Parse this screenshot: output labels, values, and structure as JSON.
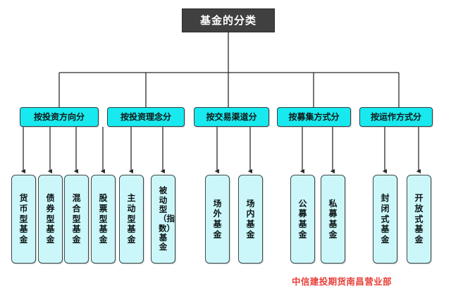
{
  "diagram": {
    "title": "基金的分类",
    "footer_note": "中信建投期货南昌营业部",
    "colors": {
      "root_fill": "#404040",
      "root_text": "#ffffff",
      "category_fill": "#18e9ee",
      "leaf_fill": "#ccf7fa",
      "border": "#3b4a4a",
      "connector": "#2b2b2b",
      "footer_text": "#e8403a",
      "background": "#ffffff"
    },
    "categories": [
      {
        "label": "按投资方向分",
        "children": [
          {
            "label": "货币型基金"
          },
          {
            "label": "债券型基金"
          },
          {
            "label": "混合型基金"
          },
          {
            "label": "股票型基金"
          }
        ]
      },
      {
        "label": "按投资理念分",
        "children": [
          {
            "label": "主动型基金"
          },
          {
            "label": "被动型（指数）基金"
          }
        ]
      },
      {
        "label": "按交易渠道分",
        "children": [
          {
            "label": "场外基金"
          },
          {
            "label": "场内基金"
          }
        ]
      },
      {
        "label": "按募集方式分",
        "children": [
          {
            "label": "公募基金"
          },
          {
            "label": "私募基金"
          }
        ]
      },
      {
        "label": "按运作方式分",
        "children": [
          {
            "label": "封闭式基金"
          },
          {
            "label": "开放式基金"
          }
        ]
      }
    ]
  }
}
